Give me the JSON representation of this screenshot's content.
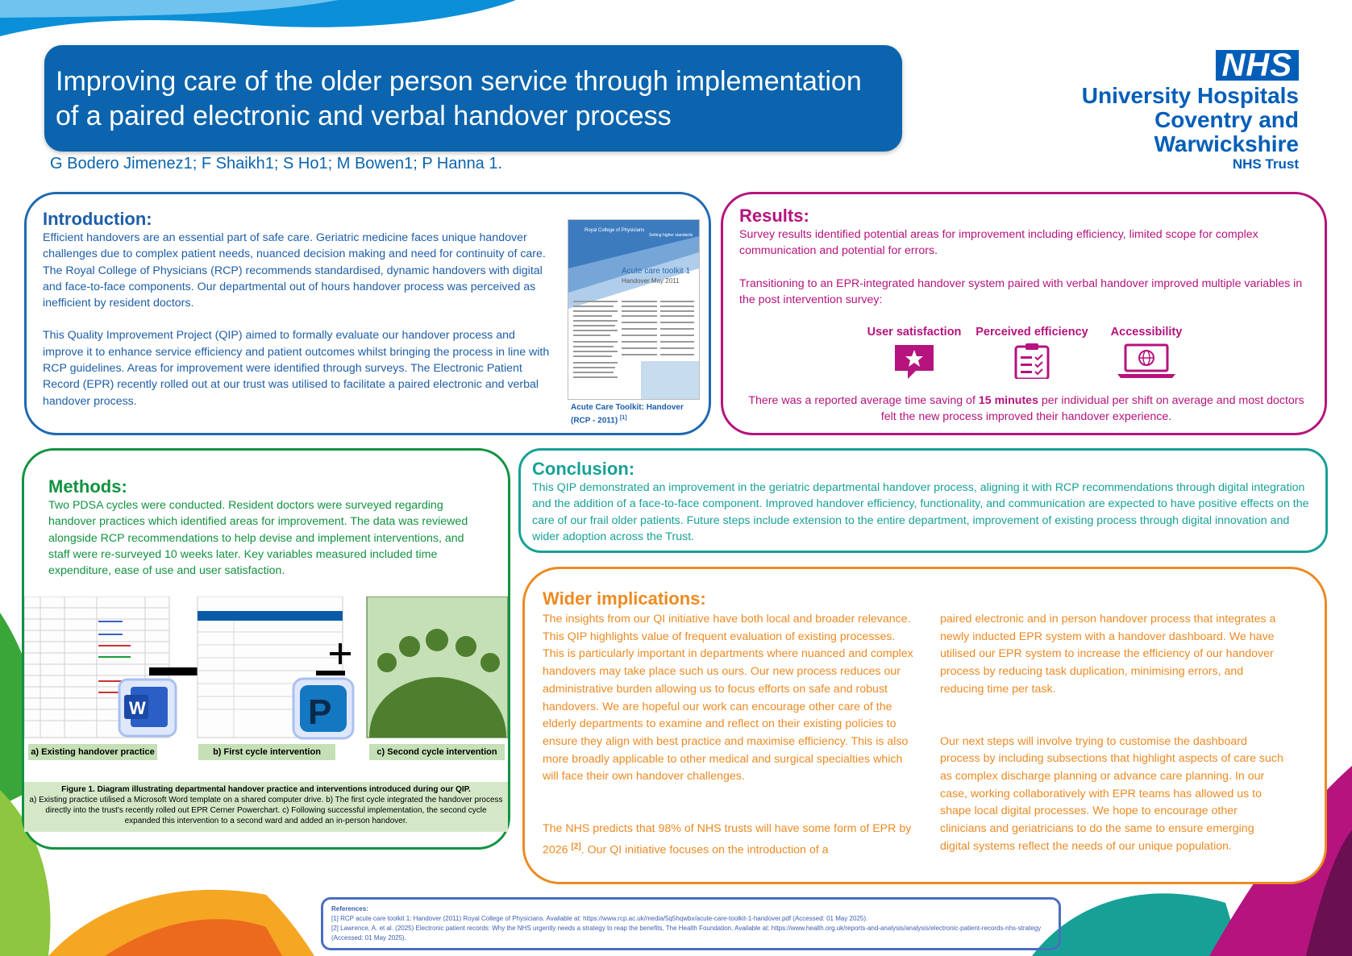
{
  "header": {
    "title_line1": "Improving care of the older person service through implementation",
    "title_line2": "of a paired electronic and verbal handover process",
    "authors": "G Bodero Jimenez1; F Shaikh1; S Ho1; M Bowen1; P Hanna 1."
  },
  "logo": {
    "nhs": "NHS",
    "line1": "University Hospitals",
    "line2": "Coventry and Warwickshire",
    "line3": "NHS Trust"
  },
  "introduction": {
    "heading": "Introduction:",
    "p1": "Efficient handovers are an essential part of safe care. Geriatric medicine faces unique handover challenges due to complex patient needs, nuanced decision making and need for continuity of care. The Royal College of Physicians (RCP) recommends standardised, dynamic handovers with digital and face-to-face components. Our departmental out of hours handover process was perceived as inefficient by resident doctors.",
    "p2": "This Quality Improvement Project (QIP) aimed to formally evaluate our handover process and improve it to enhance service efficiency and patient outcomes whilst bringing the process in line with RCP guidelines. Areas for improvement were identified through surveys. The Electronic Patient Record (EPR) recently rolled out at our trust was utilised to facilitate a paired electronic and verbal handover process.",
    "toolkit_publisher": "Royal College of Physicians",
    "toolkit_tagline": "Setting higher standards",
    "toolkit_title": "Acute care toolkit 1",
    "toolkit_subtitle": "Handover May 2011",
    "caption_line1": "Acute Care Toolkit: Handover",
    "caption_line2": "(RCP - 2011)",
    "caption_ref": "[1]"
  },
  "results": {
    "heading": "Results:",
    "p1": "Survey results identified potential areas for improvement including efficiency, limited scope for complex communication and potential for errors.",
    "p2": "Transitioning to an EPR-integrated handover system paired with verbal handover improved multiple variables in the post intervention survey:",
    "icons": [
      {
        "label": "User satisfaction",
        "icon": "star-speech-bubble-icon"
      },
      {
        "label": "Perceived efficiency",
        "icon": "clipboard-checklist-icon"
      },
      {
        "label": "Accessibility",
        "icon": "laptop-globe-icon"
      }
    ],
    "p3_before": "There was a reported average time saving of ",
    "p3_bold": "15 minutes",
    "p3_after": " per individual per shift on average and most doctors felt the new process improved their handover experience."
  },
  "methods": {
    "heading": "Methods:",
    "p1": "Two PDSA cycles were conducted. Resident doctors were surveyed regarding handover practices which identified areas for improvement. The data was reviewed alongside RCP recommendations to help devise and implement interventions, and staff were re-surveyed 10 weeks later. Key variables measured included time expenditure, ease of use and user satisfaction.",
    "label_a": "a) Existing handover practice",
    "label_b": "b) First cycle intervention",
    "label_c": "c) Second cycle intervention",
    "figure_caption_bold": "Figure 1. Diagram illustrating departmental handover practice and interventions introduced during our QIP.",
    "figure_caption": "a) Existing practice utilised a Microsoft Word template on a shared computer drive. b) The first cycle integrated the handover process directly into the trust's recently rolled out EPR Cerner Powerchart. c) Following successful implementation, the second cycle expanded this intervention to a second ward and added an in-person handover.",
    "word_letter": "W",
    "powerchart_letter": "P",
    "plus": "+"
  },
  "conclusion": {
    "heading": "Conclusion:",
    "p1": "This QIP demonstrated an improvement in the geriatric departmental handover process, aligning it with RCP recommendations through digital integration and the addition of a face-to-face component. Improved handover efficiency, functionality, and communication are expected to have positive effects on the care of our frail older patients. Future steps include extension to the entire department, improvement of existing process through digital innovation and wider adoption across the Trust."
  },
  "wider": {
    "heading": "Wider implications:",
    "p1": "The insights from our QI initiative have both local and broader relevance. This QIP highlights value of frequent evaluation of existing processes. This is particularly important in departments where nuanced and complex handovers may take place such us ours. Our new process reduces our administrative burden allowing us to focus efforts on safe and robust handovers. We are hopeful our work can encourage other care of the elderly departments to examine and reflect on their existing policies to ensure they align with best practice and maximise efficiency. This is also more broadly applicable to other medical and surgical specialties which will face their own handover challenges.",
    "p2_before": "The NHS predicts that 98% of NHS trusts will have some form of EPR by 2026 ",
    "p2_ref": "[2]",
    "p2_after": ". Our QI initiative focuses on the introduction of a",
    "p3": "paired electronic and in person handover process that integrates a newly inducted EPR system with a handover dashboard. We have utilised our EPR system to increase the efficiency of our handover process by reducing task duplication, minimising errors, and reducing time per task.",
    "p4": "Our next steps will involve trying to customise the dashboard process by including subsections that highlight aspects of care such as complex discharge planning or advance care planning. In our case, working collaboratively with EPR teams has allowed us to shape local digital processes. We hope to encourage other clinicians and geriatricians to do the same to ensure emerging digital systems reflect the needs of our unique population."
  },
  "references": {
    "heading": "References:",
    "ref1": "[1] RCP acute care toolkit 1: Handover (2011) Royal College of Physicians. Available at: https://www.rcp.ac.uk/media/5q5hqwbx/acute-care-toolkit-1-handover.pdf (Accessed: 01 May 2025).",
    "ref2": "[2] Lawrence, A. et al. (2025) Electronic patient records: Why the NHS urgently needs a strategy to reap the benefits, The Health Foundation. Available at: https://www.health.org.uk/reports-and-analysis/analysis/electronic-patient-records-nhs-strategy (Accessed: 01 May 2025)."
  },
  "colors": {
    "title_blue": "#0b64ad",
    "intro_blue": "#1d6ab1",
    "results_magenta": "#b5137d",
    "methods_green": "#129241",
    "conclusion_teal": "#17a196",
    "wider_orange": "#ec8a22",
    "references_blue": "#4a6ec0"
  }
}
